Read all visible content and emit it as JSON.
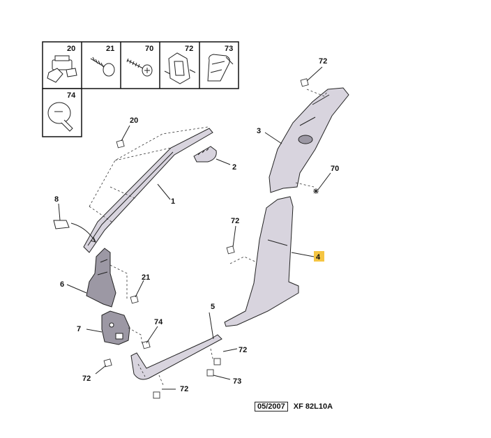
{
  "legend": {
    "cells": [
      {
        "number": "20",
        "icon": "clip-20-icon"
      },
      {
        "number": "21",
        "icon": "screw-21-icon"
      },
      {
        "number": "70",
        "icon": "screw-70-icon"
      },
      {
        "number": "72",
        "icon": "clip-72-icon"
      },
      {
        "number": "73",
        "icon": "clip-73-icon"
      },
      {
        "number": "74",
        "icon": "plug-74-icon"
      }
    ]
  },
  "callouts": {
    "c20": "20",
    "c2": "2",
    "c1": "1",
    "c8": "8",
    "c6": "6",
    "c21": "21",
    "c7": "7",
    "c74": "74",
    "c72_left": "72",
    "c72_bottom": "72",
    "c5": "5",
    "c72_sill": "72",
    "c73": "73",
    "c72_top": "72",
    "c3": "3",
    "c70": "70",
    "c72_mid": "72",
    "c4": "4"
  },
  "highlight_color": "#f5c542",
  "footer": {
    "date": "05/2007",
    "reference": "XF 82L10A"
  }
}
